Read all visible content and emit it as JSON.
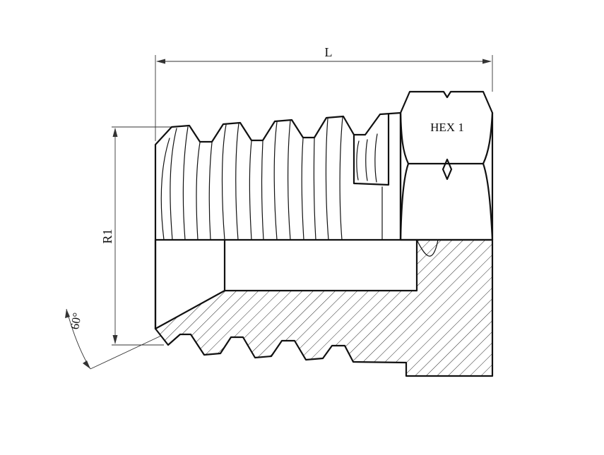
{
  "drawing": {
    "length_label": "L",
    "thread_label": "R1",
    "hex_label": "HEX 1",
    "angle_label": "60°"
  }
}
